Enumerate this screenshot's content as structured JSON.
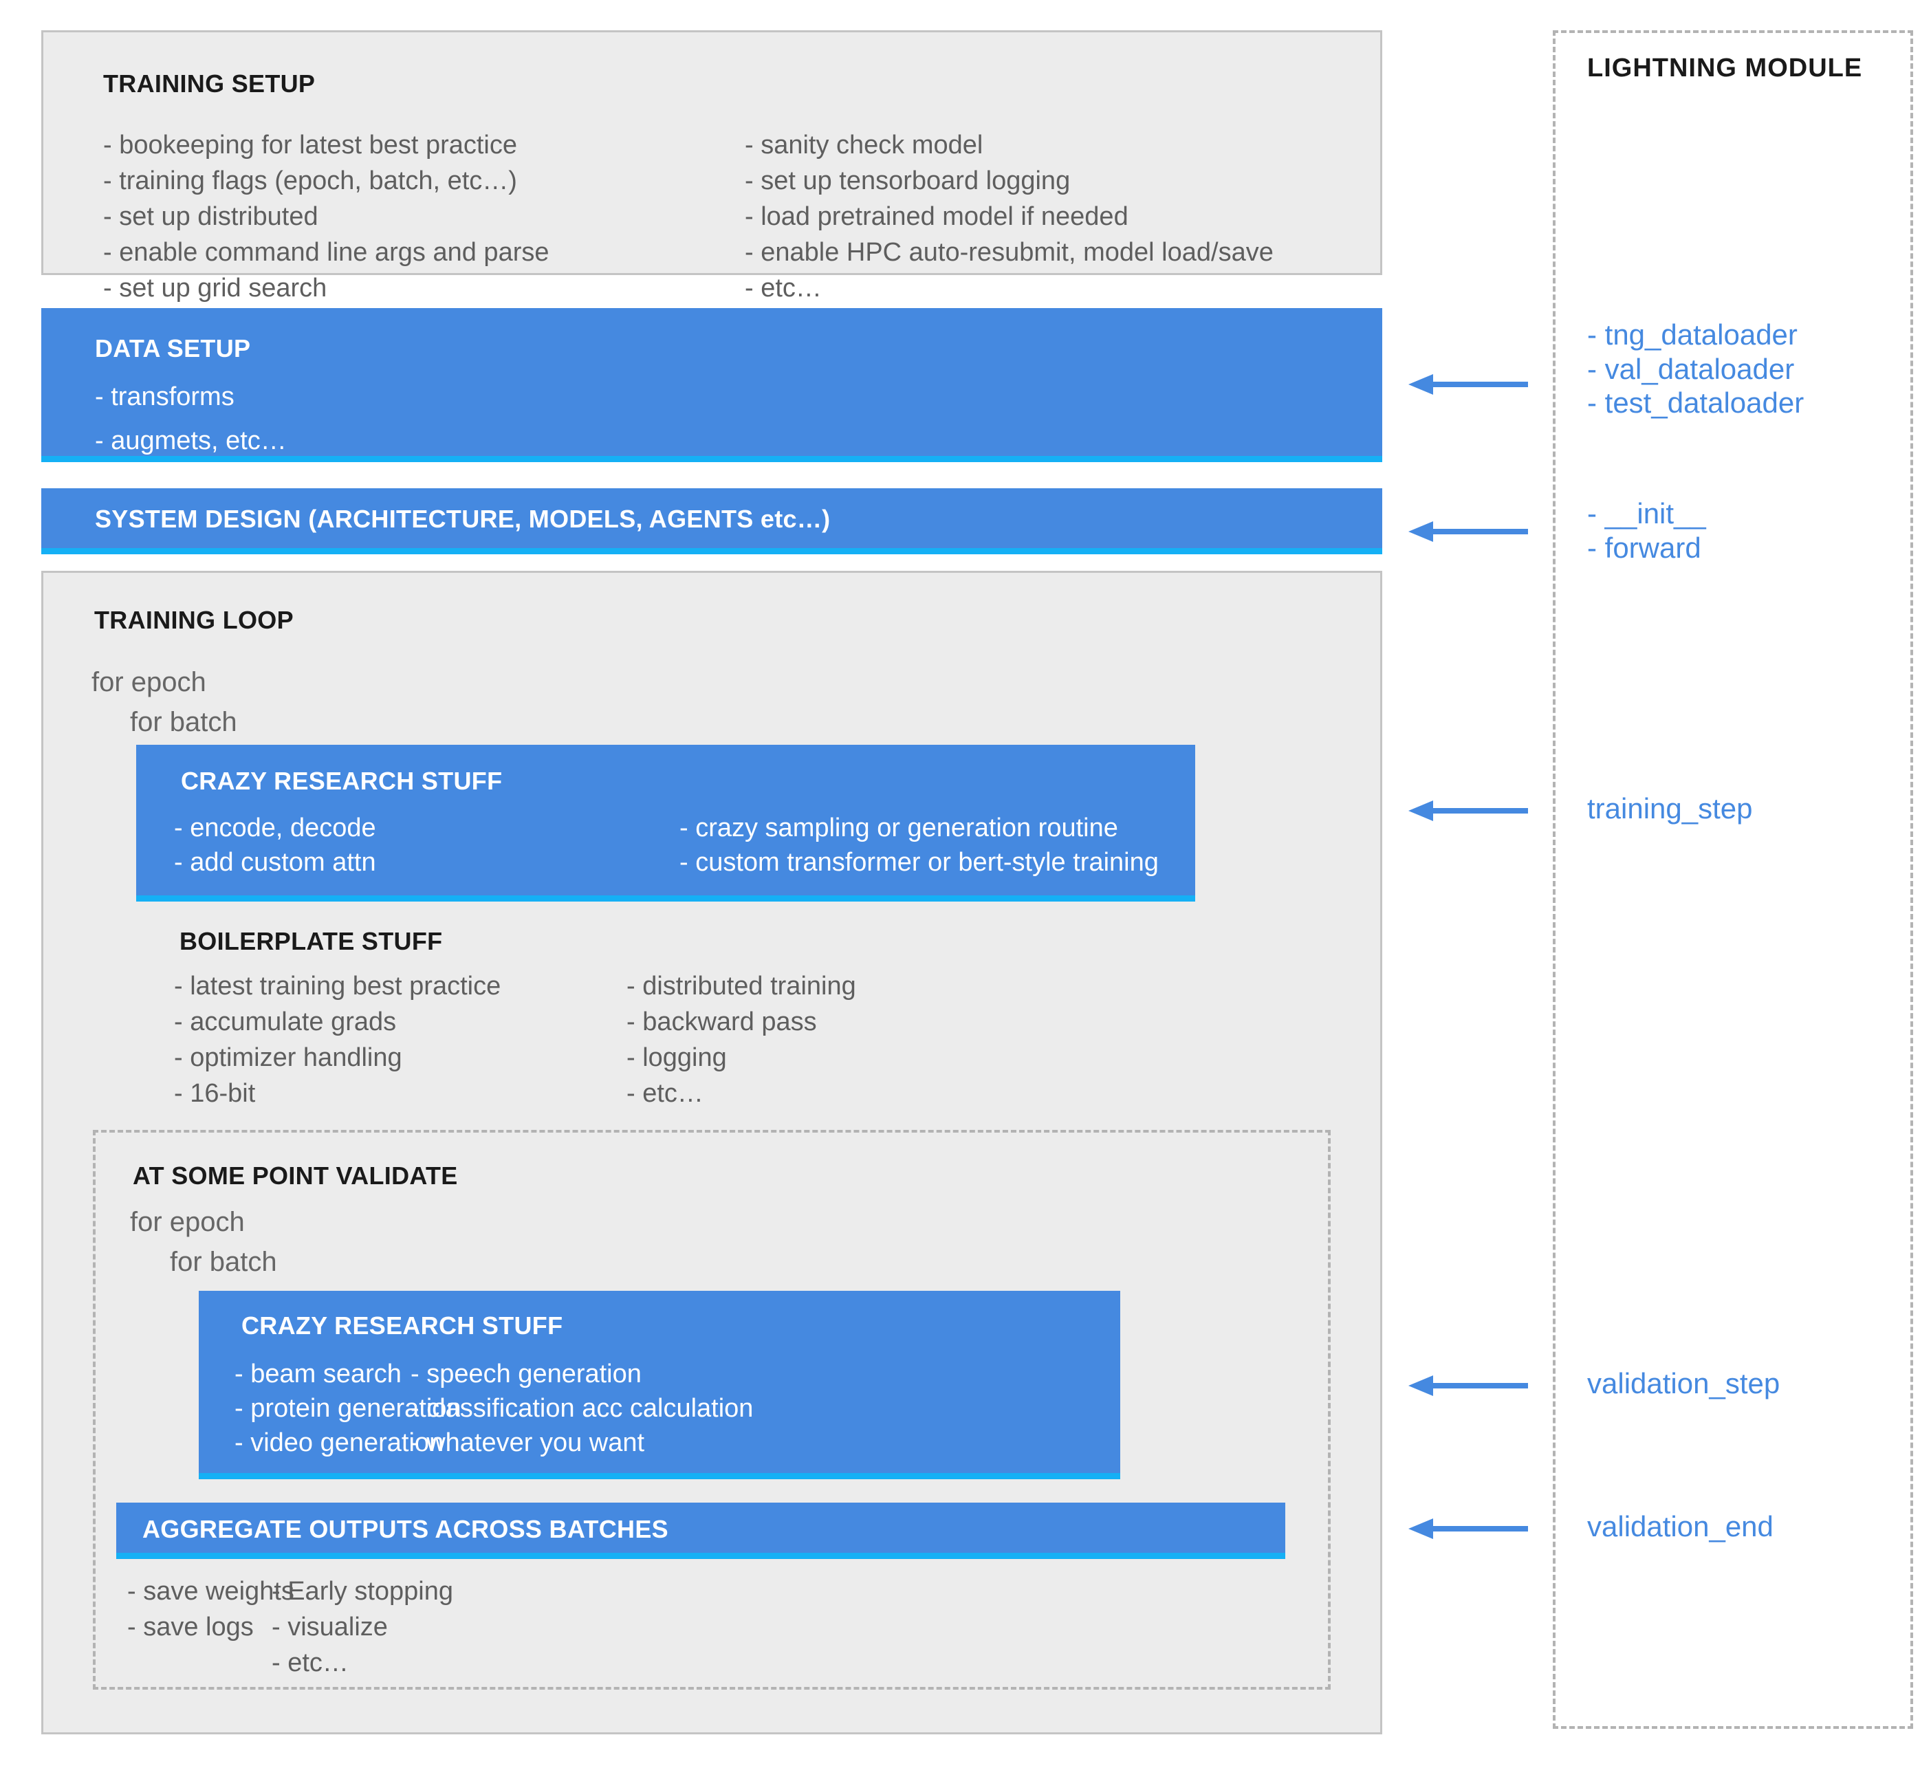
{
  "diagram": {
    "title_semantic": "pytorch-lightning-module-responsibility-diagram",
    "colors": {
      "blue": "#4589e0",
      "cyan_accent": "#15b0f5",
      "gray_box": "#ececec",
      "gray_border": "#c4c4c4",
      "dashed_border": "#b3b3b3",
      "body_text": "#5e5e5e",
      "heading_text": "#1a1a1a"
    }
  },
  "training_setup": {
    "title": "TRAINING SETUP",
    "left_items": [
      "- bookeeping for latest best practice",
      "- training flags (epoch, batch, etc…)",
      "- set up distributed",
      "- enable command line args and parse",
      "- set up grid search"
    ],
    "right_items": [
      "- sanity check model",
      "- set up tensorboard logging",
      "- load pretrained model if needed",
      "- enable HPC auto-resubmit, model load/save",
      "- etc…"
    ]
  },
  "data_setup": {
    "title": "DATA SETUP",
    "items": [
      "- transforms",
      "- augmets, etc…"
    ]
  },
  "system_design": {
    "title": "SYSTEM DESIGN (ARCHITECTURE, MODELS, AGENTS etc…)"
  },
  "training_loop": {
    "title": "TRAINING LOOP",
    "loop_lines": [
      "for epoch",
      "for batch"
    ],
    "crazy_research": {
      "title": "CRAZY RESEARCH STUFF",
      "left_items": [
        "- encode, decode",
        "- add custom attn"
      ],
      "right_items": [
        "- crazy sampling or generation routine",
        "- custom transformer or bert-style training"
      ]
    },
    "boilerplate": {
      "title": "BOILERPLATE STUFF",
      "left_items": [
        "- latest training best practice",
        "- accumulate grads",
        "- optimizer handling",
        "- 16-bit"
      ],
      "right_items": [
        "- distributed training",
        "- backward pass",
        "- logging",
        "- etc…"
      ]
    }
  },
  "validate": {
    "title": "AT SOME POINT VALIDATE",
    "loop_lines": [
      "for epoch",
      "for batch"
    ],
    "crazy_research": {
      "title": "CRAZY RESEARCH STUFF",
      "left_items": [
        "- beam search",
        "- protein generation",
        "- video generation"
      ],
      "right_items": [
        "- speech generation",
        "- classification acc calculation",
        "- whatever you want"
      ]
    },
    "aggregate": {
      "title": "AGGREGATE OUTPUTS ACROSS BATCHES"
    },
    "outputs_left": [
      "- save weights",
      "- save logs"
    ],
    "outputs_right": [
      "- Early stopping",
      "- visualize",
      "- etc…"
    ]
  },
  "lightning_module": {
    "title": "LIGHTNING MODULE",
    "dataloaders": [
      "- tng_dataloader",
      "- val_dataloader",
      "- test_dataloader"
    ],
    "core": [
      "- __init__",
      "- forward"
    ],
    "training_step": "training_step",
    "validation_step": "validation_step",
    "validation_end": "validation_end"
  }
}
